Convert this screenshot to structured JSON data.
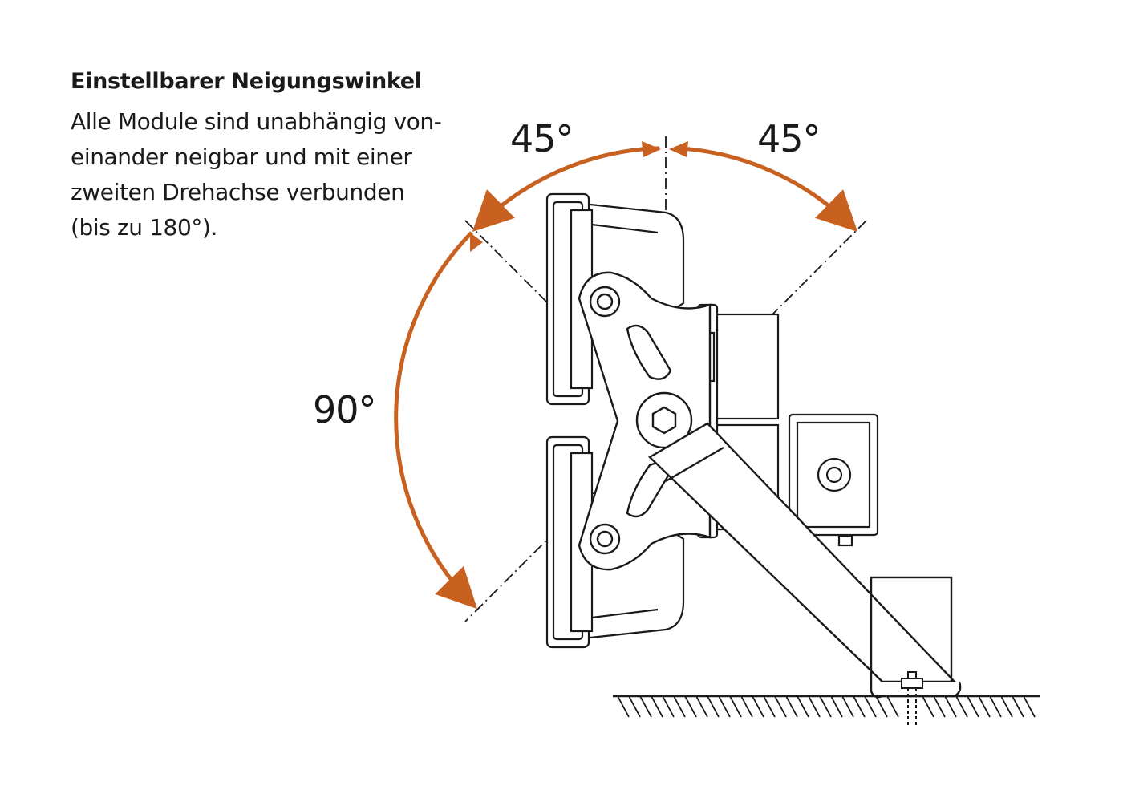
{
  "heading": "Einstellbarer Neigungswinkel",
  "description_lines": [
    "Alle Module sind unabhängig von-",
    "einander neigbar und mit einer",
    "zweiten Drehachse verbunden",
    "(bis zu 180°)."
  ],
  "angle_labels": {
    "left_top": "45°",
    "right_top": "45°",
    "left": "90°"
  },
  "colors": {
    "arrow": "#c8611f",
    "line": "#1a1a1a"
  }
}
